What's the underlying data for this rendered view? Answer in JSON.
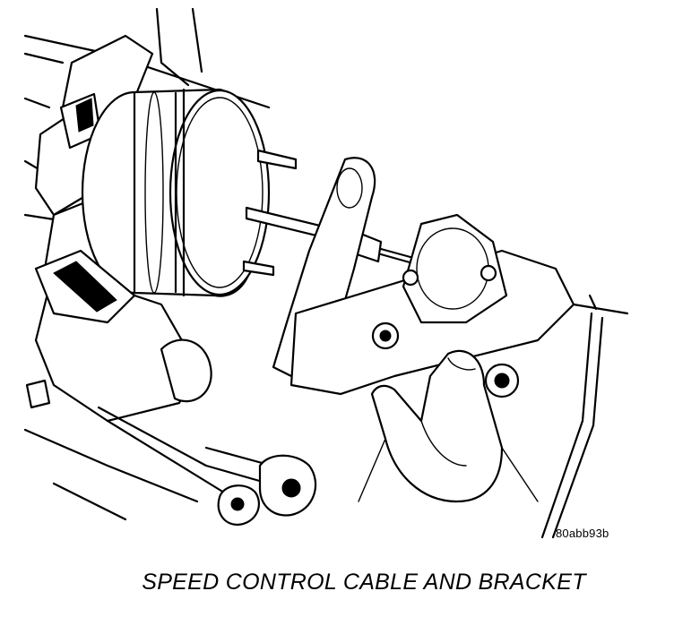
{
  "figure": {
    "reference_code": "80abb93b",
    "caption": "SPEED CONTROL CABLE AND BRACKET"
  },
  "icons": {
    "illustration": "speed-control-servo-cable-bracket-line-drawing"
  }
}
